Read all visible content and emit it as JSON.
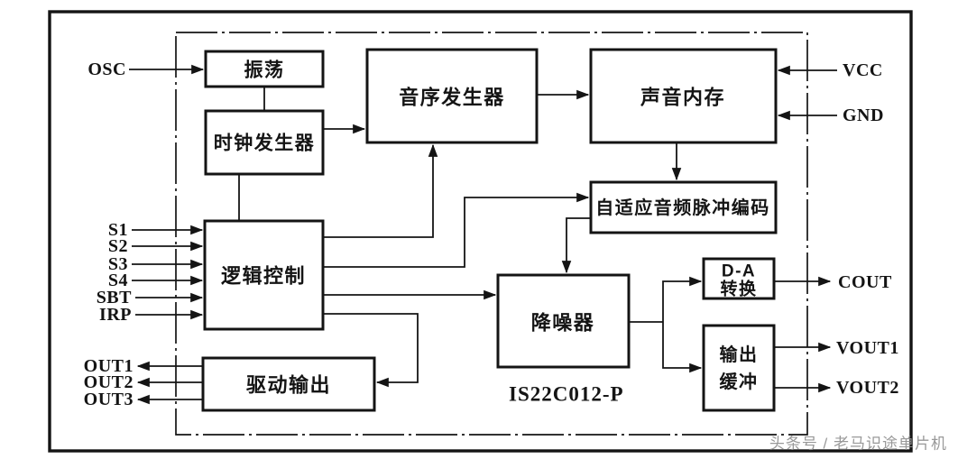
{
  "diagram": {
    "chip_name": "IS22C012-P",
    "watermark": "头条号 / 老马识途单片机",
    "blocks": {
      "oscillator": "振荡",
      "clock_generator": "时钟发生器",
      "tone_sequencer": "音序发生器",
      "sound_memory": "声音内存",
      "adaptive_audio_pcm": "自适应音频脉冲编码",
      "logic_control": "逻辑控制",
      "noise_reducer": "降噪器",
      "da_converter_line1": "D-A",
      "da_converter_line2": "转换",
      "output_buffer_line1": "输出",
      "output_buffer_line2": "缓冲",
      "drive_output": "驱动输出"
    },
    "pins": {
      "osc": "OSC",
      "s1": "S1",
      "s2": "S2",
      "s3": "S3",
      "s4": "S4",
      "sbt": "SBT",
      "irp": "IRP",
      "out1": "OUT1",
      "out2": "OUT2",
      "out3": "OUT3",
      "vcc": "VCC",
      "gnd": "GND",
      "cout": "COUT",
      "vout1": "VOUT1",
      "vout2": "VOUT2"
    },
    "colors": {
      "line": "#141414",
      "background": "#ffffff",
      "watermark": "#8f8f8f"
    }
  }
}
